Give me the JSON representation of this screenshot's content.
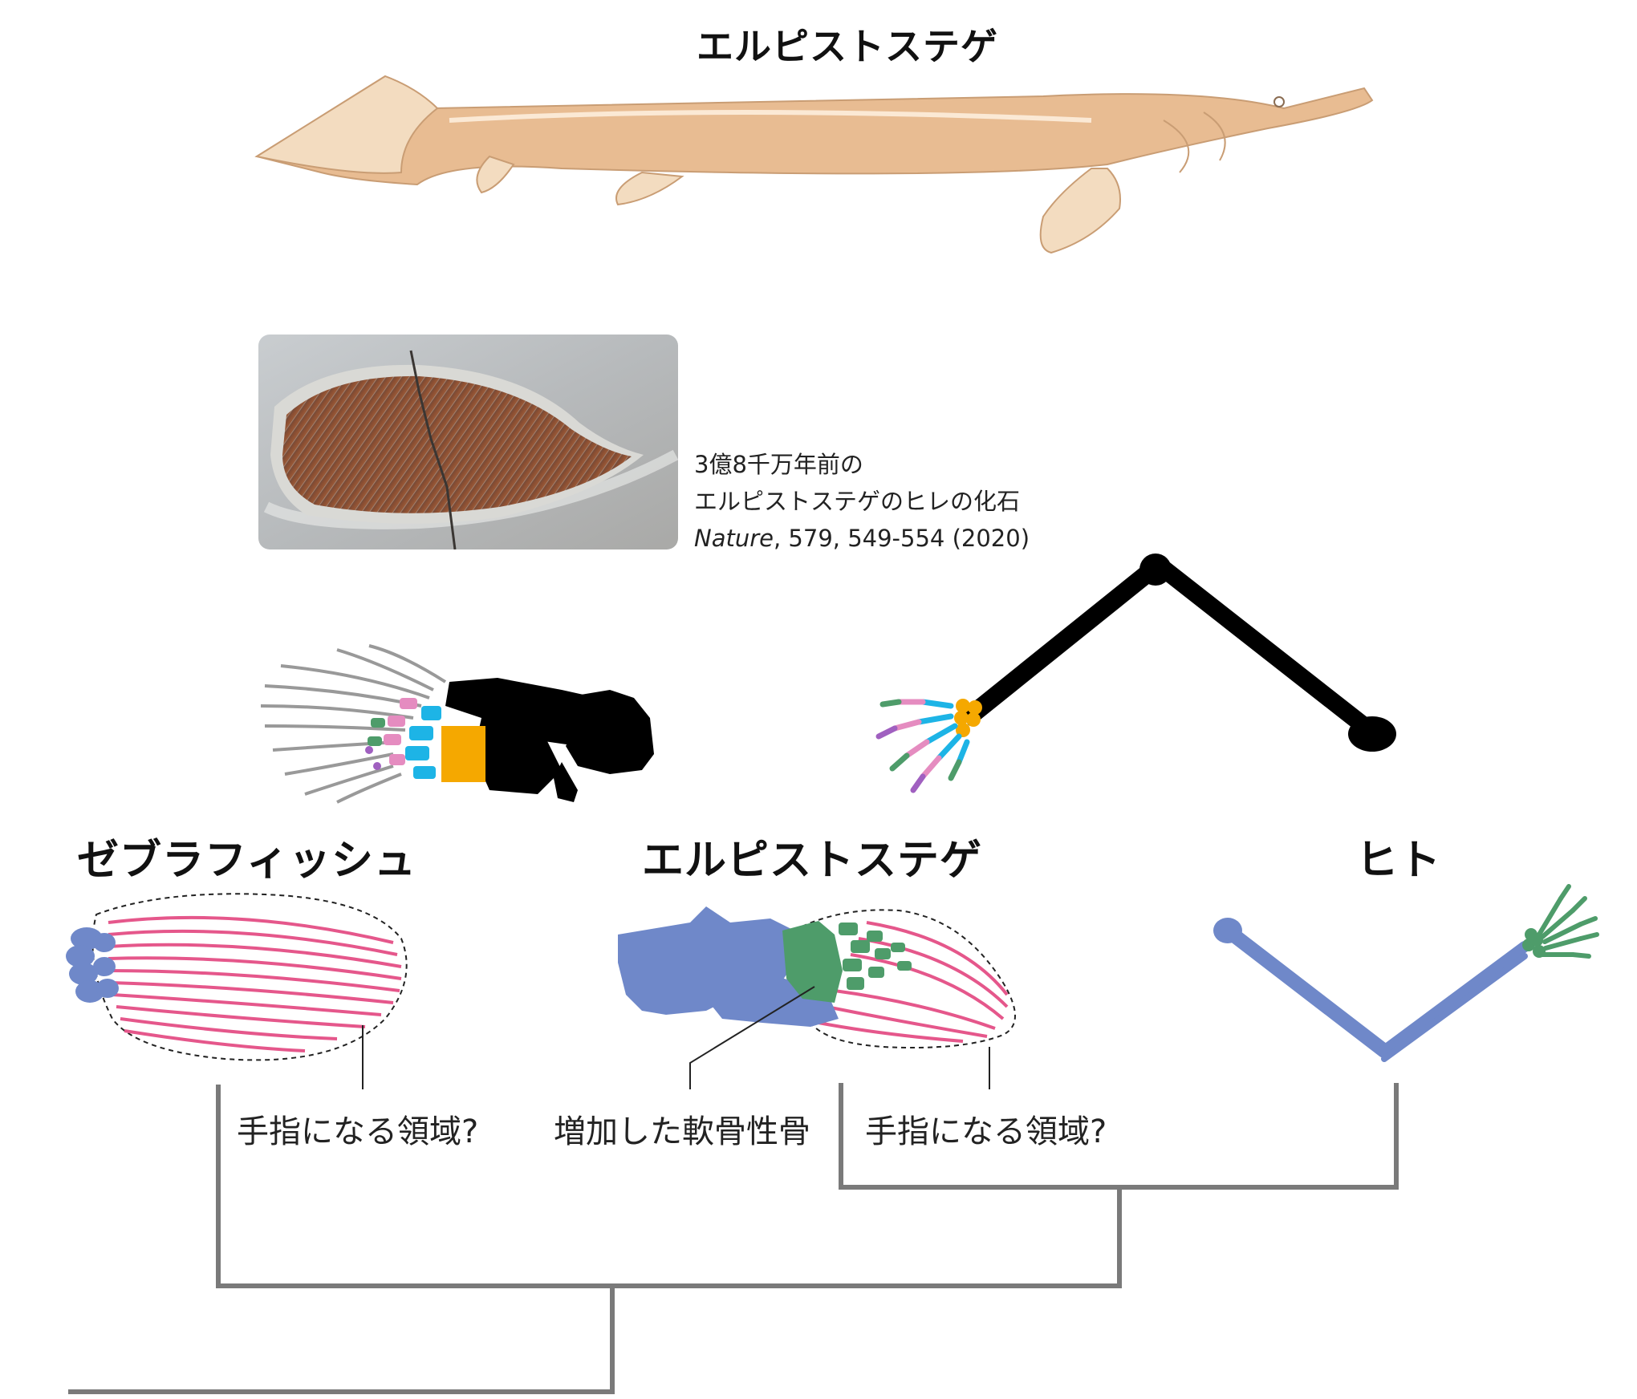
{
  "top_title": "エルピストステゲ",
  "fossil_caption": {
    "line1": "3億8千万年前の",
    "line2": "エルピストステゲのヒレの化石",
    "journal": "Nature",
    "citation": ", 579, 549-554 (2020)"
  },
  "taxa": {
    "zebrafish": "ゼブラフィッシュ",
    "elpistostege": "エルピストステゲ",
    "human": "ヒト"
  },
  "labels": {
    "digit_region_zebrafish": "手指になる領域?",
    "added_cartilage_bone": "増加した軟骨性骨",
    "digit_region_elpistostege": "手指になる領域?"
  },
  "colors": {
    "body": "#e8bc92",
    "fin": "#f3dcc0",
    "pink": "#e5578b",
    "blue": "#6f88c9",
    "green": "#4e9c6a",
    "cyan": "#1db4e6",
    "orange": "#f5a800",
    "tree": "#7a7a7a"
  }
}
